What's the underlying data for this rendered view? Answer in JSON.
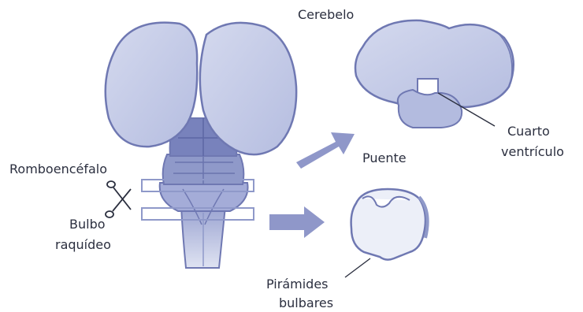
{
  "labels": {
    "cerebelo": "Cerebelo",
    "romboencefalo": "Romboencéfalo",
    "bulbo_line1": "Bulbo",
    "bulbo_line2": "raquídeo",
    "puente": "Puente",
    "cuarto_line1": "Cuarto",
    "cuarto_line2": "ventrículo",
    "piramides_line1": "Pirámides",
    "piramides_line2": "bulbares"
  },
  "colors": {
    "fill_light": "#c7cde6",
    "fill_mid": "#8f99c9",
    "fill_dark": "#6a74ad",
    "outline": "#6f78b2",
    "arrow": "#8f97c9",
    "text": "#2b2f3f"
  },
  "icons": [
    "scissors-icon",
    "arrow-right-icon"
  ]
}
